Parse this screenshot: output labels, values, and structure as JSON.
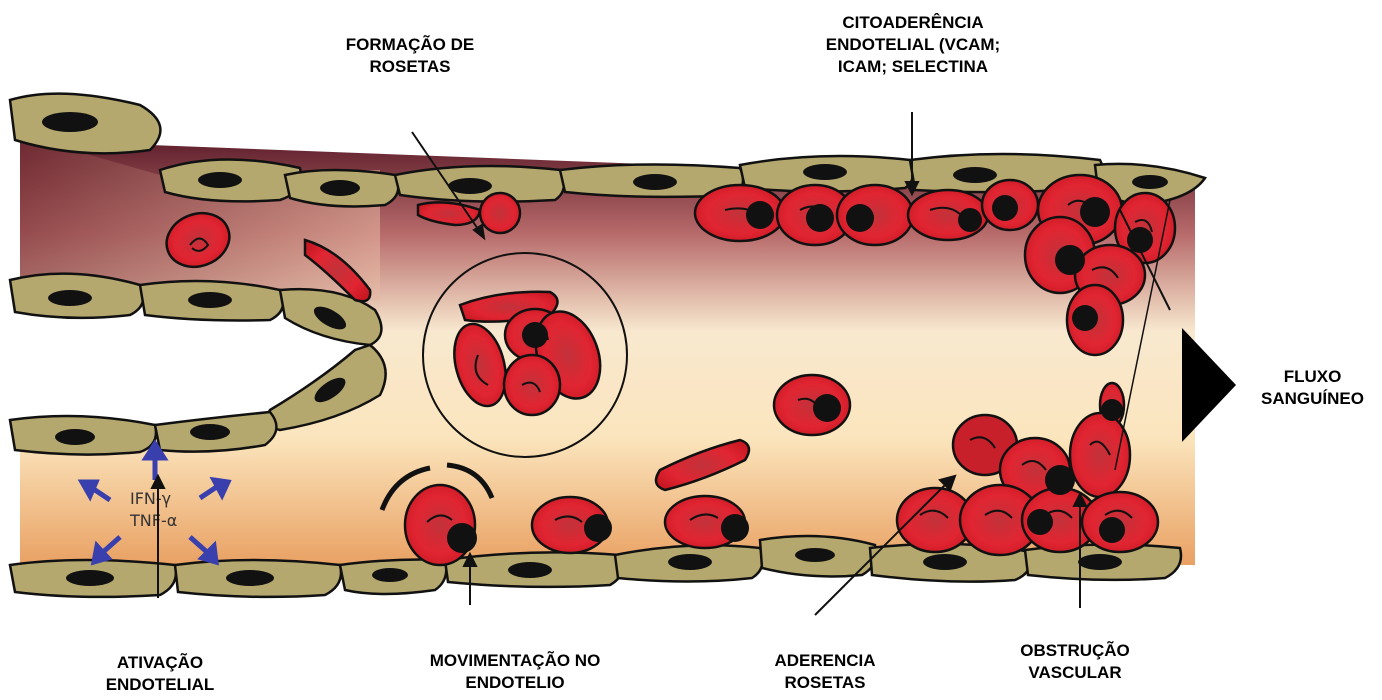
{
  "labels": {
    "formacao": [
      "FORMAÇÃO DE",
      "ROSETAS"
    ],
    "citoaderencia": [
      "CITOADERÊNCIA",
      "ENDOTELIAL (VCAM;",
      "ICAM; SELECTINA"
    ],
    "fluxo": [
      "FLUXO",
      "SANGUÍNEO"
    ],
    "ativacao": [
      "ATIVAÇÃO",
      "ENDOTELIAL"
    ],
    "movimentacao": [
      "MOVIMENTAÇÃO NO",
      "ENDOTELIO"
    ],
    "aderencia": [
      "ADERENCIA",
      "ROSETAS"
    ],
    "obstrucao": [
      "OBSTRUÇÃO",
      "VASCULAR"
    ]
  },
  "cytokines": [
    "IFN-γ",
    "TNF-α"
  ],
  "colors": {
    "endothelium": "#b5a86e",
    "nucleus": "#111111",
    "rbc": "#d8202c",
    "rbc_dark": "#a01820",
    "lumen_top": "#6b2a30",
    "lumen_mid": "#fbf2d8",
    "lumen_bottom": "#e8a768",
    "arrow_blue": "#3a3fae",
    "arrow_pink": "#d76a9e"
  }
}
